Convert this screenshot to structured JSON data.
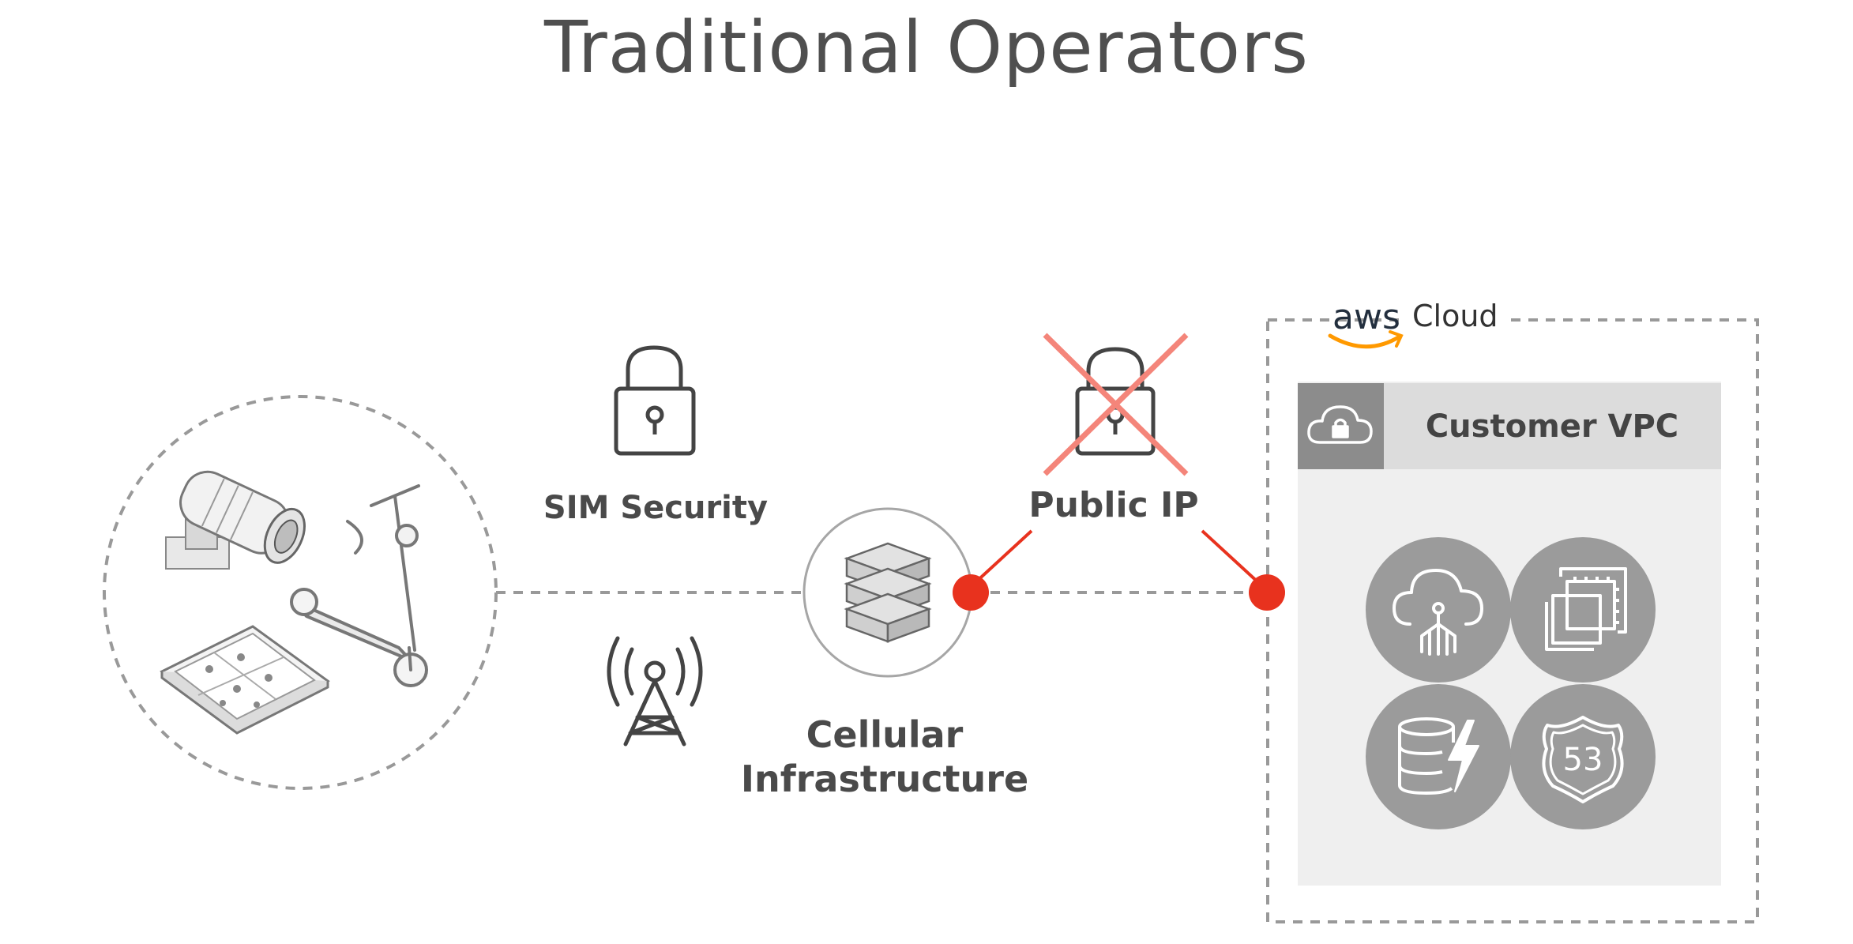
{
  "title": "Traditional Operators",
  "labels": {
    "sim_security": "SIM Security",
    "public_ip": "Public IP",
    "cellular_infrastructure_line1": "Cellular",
    "cellular_infrastructure_line2": "Infrastructure",
    "aws_logo": "aws",
    "aws_cloud": "Cloud",
    "customer_vpc": "Customer VPC",
    "route53_shield": "53"
  },
  "colors": {
    "accent_red": "#e8321e",
    "cross_red": "#f4857a",
    "gray_circle": "#a6a6a6",
    "vpc_header": "#dcdcdc",
    "vpc_body": "#efefef",
    "vpc_icon_bg": "#9b9b9b",
    "aws_orange": "#ff9900"
  },
  "icons": [
    "security-camera-icon",
    "e-scooter-icon",
    "tablet-icon",
    "padlock-icon",
    "cell-tower-icon",
    "server-stack-icon",
    "crossed-padlock-icon",
    "vpc-cloud-lock-icon",
    "cloud-iot-icon",
    "compute-chip-icon",
    "database-lambda-icon",
    "route53-icon"
  ]
}
